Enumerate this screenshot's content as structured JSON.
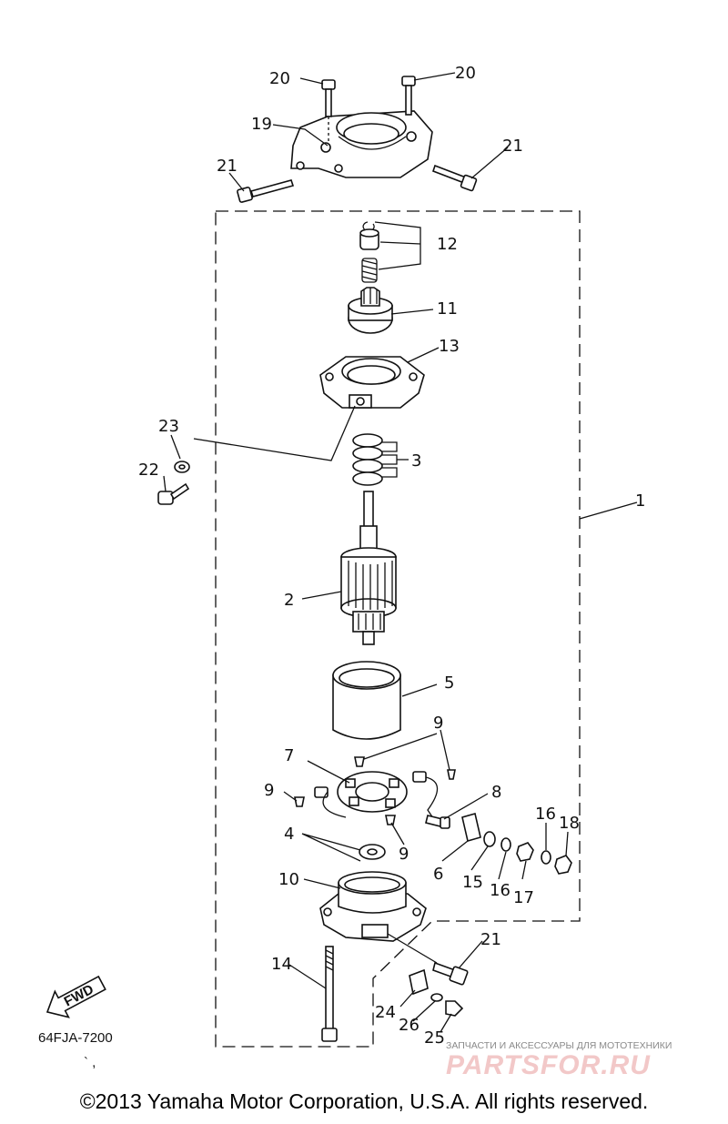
{
  "diagram": {
    "callouts": [
      {
        "id": "c20a",
        "text": "20"
      },
      {
        "id": "c20b",
        "text": "20"
      },
      {
        "id": "c19",
        "text": "19"
      },
      {
        "id": "c21a",
        "text": "21"
      },
      {
        "id": "c21b",
        "text": "21"
      },
      {
        "id": "c12",
        "text": "12"
      },
      {
        "id": "c11",
        "text": "11"
      },
      {
        "id": "c13",
        "text": "13"
      },
      {
        "id": "c23",
        "text": "23"
      },
      {
        "id": "c3",
        "text": "3"
      },
      {
        "id": "c22",
        "text": "22"
      },
      {
        "id": "c1",
        "text": "1"
      },
      {
        "id": "c2",
        "text": "2"
      },
      {
        "id": "c5",
        "text": "5"
      },
      {
        "id": "c9a",
        "text": "9"
      },
      {
        "id": "c7",
        "text": "7"
      },
      {
        "id": "c9b",
        "text": "9"
      },
      {
        "id": "c8",
        "text": "8"
      },
      {
        "id": "c16a",
        "text": "16"
      },
      {
        "id": "c18",
        "text": "18"
      },
      {
        "id": "c4",
        "text": "4"
      },
      {
        "id": "c9c",
        "text": "9"
      },
      {
        "id": "c6",
        "text": "6"
      },
      {
        "id": "c15",
        "text": "15"
      },
      {
        "id": "c16b",
        "text": "16"
      },
      {
        "id": "c17",
        "text": "17"
      },
      {
        "id": "c10",
        "text": "10"
      },
      {
        "id": "c21c",
        "text": "21"
      },
      {
        "id": "c14",
        "text": "14"
      },
      {
        "id": "c24",
        "text": "24"
      },
      {
        "id": "c26",
        "text": "26"
      },
      {
        "id": "c25",
        "text": "25"
      }
    ],
    "fwd_label": "FWD",
    "figure_code": "64FJA-7200"
  },
  "watermark": {
    "tagline": "ЗАПЧАСТИ И АКСЕССУАРЫ ДЛЯ МОТОТЕХНИКИ",
    "logo": "PARTSFOR.RU"
  },
  "footer": {
    "copyright": "©2013 Yamaha Motor Corporation, U.S.A. All rights reserved."
  }
}
